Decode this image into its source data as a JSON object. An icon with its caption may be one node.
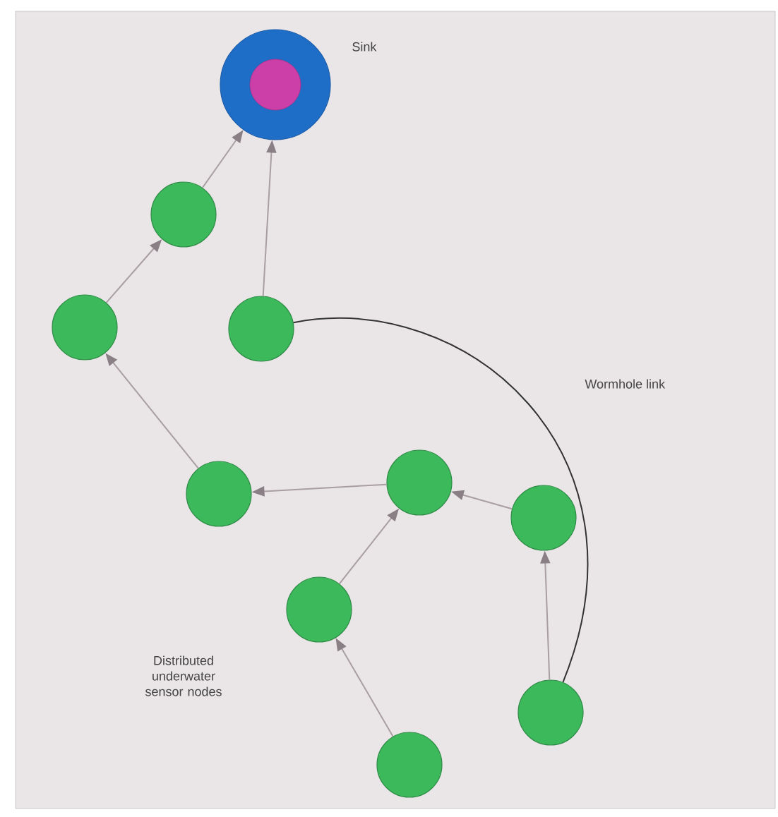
{
  "diagram": {
    "nodes": [
      {
        "text": [],
        "shape": "circle",
        "beside": [
          "Sink"
        ]
      },
      {
        "text": [],
        "shape": "circle"
      },
      {
        "text": [],
        "shape": "circle"
      },
      {
        "text": [],
        "shape": "circle"
      },
      {
        "text": [],
        "shape": "circle"
      },
      {
        "text": [],
        "shape": "circle"
      },
      {
        "text": [],
        "shape": "circle"
      },
      {
        "text": [],
        "shape": "circle"
      },
      {
        "text": [],
        "shape": "circle"
      },
      {
        "text": [],
        "shape": "circle"
      }
    ],
    "edges": [
      {
        "from": 1,
        "to": 0,
        "arrow": "to"
      },
      {
        "from": 3,
        "to": 0,
        "arrow": "to"
      },
      {
        "from": 2,
        "to": 1,
        "arrow": "to"
      },
      {
        "from": 4,
        "to": 2,
        "arrow": "to"
      },
      {
        "from": 5,
        "to": 4,
        "arrow": "to"
      },
      {
        "from": 6,
        "to": 5,
        "arrow": "to"
      },
      {
        "from": 7,
        "to": 5,
        "arrow": "to"
      },
      {
        "from": 9,
        "to": 7,
        "arrow": "to"
      },
      {
        "from": 8,
        "to": 6,
        "arrow": "to"
      },
      {
        "from": 3,
        "to": 8,
        "arrow": "none",
        "label": "Wormhole link",
        "color": "#333333"
      }
    ],
    "labels": [
      "Distributed underwater sensor nodes"
    ]
  }
}
